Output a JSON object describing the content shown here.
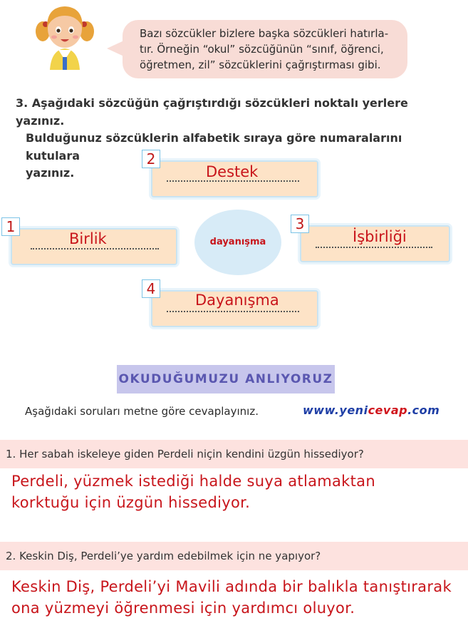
{
  "bubble": {
    "line1": "Bazı sözcükler bizlere başka sözcükleri hatırla-",
    "line2": "tır. Örneğin “okul” sözcüğünün “sınıf, öğrenci,",
    "line3": "öğretmen, zil” sözcüklerini çağrıştırması gibi."
  },
  "instruction": {
    "number": "3.",
    "line1": "Aşağıdaki sözcüğün çağrıştırdığı sözcükleri noktalı yerlere yazınız.",
    "line2": "Bulduğunuz sözcüklerin alfabetik sıraya göre numaralarını kutulara",
    "line3": "yazınız."
  },
  "center_word": "dayanışma",
  "cards": {
    "top": {
      "number": "2",
      "word": "Destek"
    },
    "left": {
      "number": "1",
      "word": "Birlik"
    },
    "right": {
      "number": "3",
      "word": "İşbirliği"
    },
    "bottom": {
      "number": "4",
      "word": "Dayanışma"
    }
  },
  "section": {
    "title": "OKUDUĞUMUZU ANLIYORUZ",
    "instruction": "Aşağıdaki soruları metne göre cevaplayınız.",
    "website_part1": "www.yeni",
    "website_part2": "cevap",
    "website_part3": ".com"
  },
  "questions": [
    {
      "question": "1. Her sabah iskeleye giden Perdeli niçin kendini üzgün hissediyor?",
      "answer_line1": "Perdeli, yüzmek istediği halde suya atlamaktan",
      "answer_line2": "korktuğu için üzgün hissediyor."
    },
    {
      "question": "2. Keskin Diş, Perdeli’ye yardım edebilmek için ne yapıyor?",
      "answer_line1": "Keskin Diş, Perdeli’yi Mavili adında bir balıkla tanıştırarak",
      "answer_line2": "ona yüzmeyi öğrenmesi için yardımcı oluyor."
    }
  ],
  "colors": {
    "answer_red": "#c8151b",
    "bubble_pink": "#f8dcd6",
    "card_peach": "#fde3c7",
    "question_bar": "#fde2df",
    "section_banner": "#c7c6ec"
  }
}
